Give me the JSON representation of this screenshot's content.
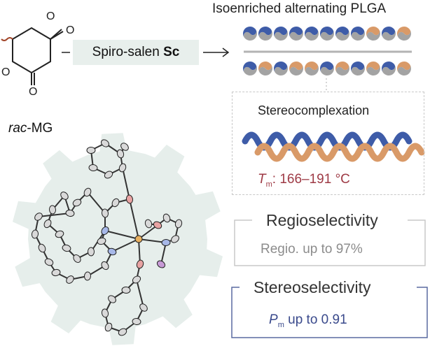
{
  "title": "Isoenriched alternating PLGA",
  "catalyst": {
    "prefix": "Spiro-salen ",
    "bold": "Sc"
  },
  "monomer": {
    "italic": "rac",
    "rest": "-MG"
  },
  "stereocomplexation": {
    "title": "Stereocomplexation",
    "tm_symbol": "T",
    "tm_sub": "m",
    "tm_value": ": 166–191 °C"
  },
  "regioselectivity": {
    "title": "Regioselectivity",
    "value": "Regio. up to 97%"
  },
  "stereoselectivity": {
    "title": "Stereoselectivity",
    "pm_symbol": "P",
    "pm_sub": "m",
    "pm_value": " up to 0.91"
  },
  "colors": {
    "blue": "#3e5ca8",
    "orange": "#d99a68",
    "gray": "#a3a3a3",
    "gear": "#e6eeeb",
    "tm_red": "#9e3a45",
    "pm_blue": "#3a4a8c"
  },
  "chains": {
    "top": [
      "B",
      "B",
      "B",
      "B",
      "B",
      "B",
      "B",
      "B",
      "O",
      "B",
      "O"
    ],
    "bottom": [
      "B",
      "O",
      "B",
      "O",
      "O",
      "B",
      "O",
      "B",
      "O",
      "B",
      "O"
    ]
  }
}
